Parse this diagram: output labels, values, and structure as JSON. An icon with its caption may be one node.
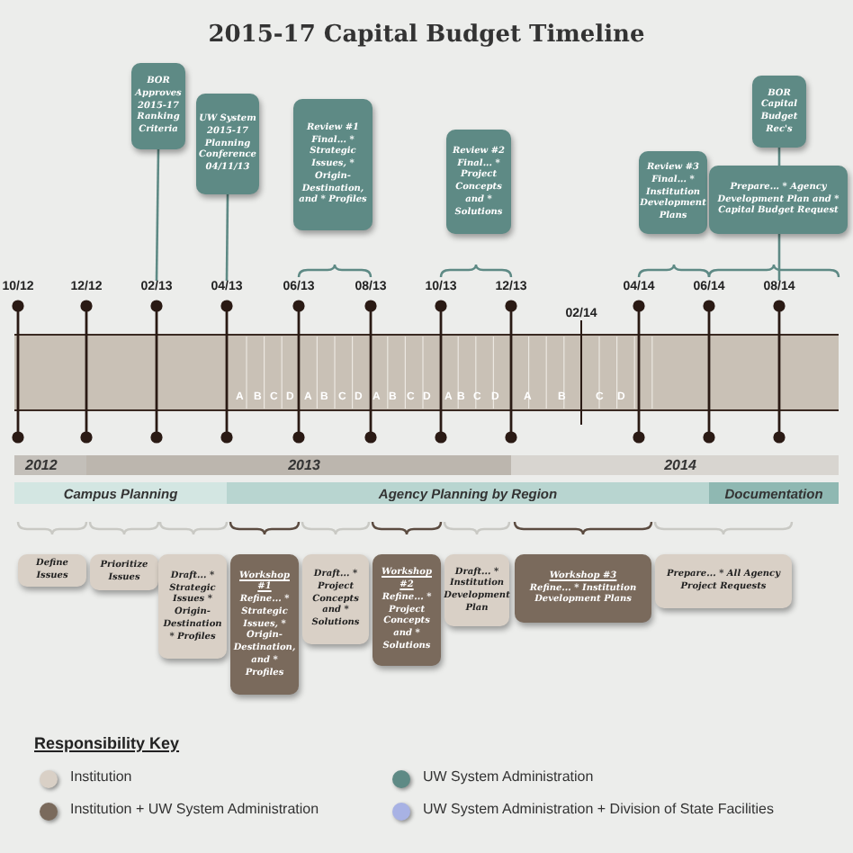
{
  "diagram": {
    "title": "2015-17 Capital Budget Timeline",
    "nodes": [
      {
        "text": [
          "BOR Approves 2015-17 Ranking Criteria"
        ]
      },
      {
        "text": [
          "UW System 2015-17 Planning Conference 04/11/13"
        ]
      },
      {
        "text": [
          "Review #1 Final... * Strategic Issues, * Origin-Destination, and * Profiles"
        ]
      },
      {
        "text": [
          "Review #2 Final... * Project Concepts and * Solutions"
        ]
      },
      {
        "text": [
          "Review #3 Final... * Institution Development Plans"
        ]
      },
      {
        "text": [
          "BOR Capital Budget Rec's"
        ]
      },
      {
        "text": [
          "Prepare... * Agency Development Plan and * Capital Budget Request"
        ]
      },
      {
        "text": [
          "2012"
        ]
      },
      {
        "text": [
          "2013"
        ]
      },
      {
        "text": [
          "2014"
        ]
      },
      {
        "text": [
          "Campus Planning"
        ]
      },
      {
        "text": [
          "Agency Planning by Region"
        ]
      },
      {
        "text": [
          "Documentation"
        ]
      },
      {
        "text": [
          "Define Issues"
        ]
      },
      {
        "text": [
          "Prioritize Issues"
        ]
      },
      {
        "text": [
          "Draft... * Strategic Issues * Origin-Destination * Profiles"
        ]
      },
      {
        "text": [
          "Workshop #1",
          "Refine... * Strategic Issues, * Origin-Destination, and * Profiles"
        ]
      },
      {
        "text": [
          "Draft... * Project Concepts and * Solutions"
        ]
      },
      {
        "text": [
          "Workshop #2",
          "Refine... * Project Concepts and * Solutions"
        ]
      },
      {
        "text": [
          "Draft... * Institution Development Plan"
        ]
      },
      {
        "text": [
          "Workshop #3",
          "Refine... * Institution Development Plans"
        ]
      },
      {
        "text": [
          "Prepare... * All Agency Project Requests"
        ]
      },
      {
        "text": [
          "10/12"
        ]
      },
      {
        "text": [
          "12/12"
        ]
      },
      {
        "text": [
          "02/13"
        ]
      },
      {
        "text": [
          "04/13"
        ]
      },
      {
        "text": [
          "06/13"
        ]
      },
      {
        "text": [
          "08/13"
        ]
      },
      {
        "text": [
          "10/13"
        ]
      },
      {
        "text": [
          "12/13"
        ]
      },
      {
        "text": [
          "02/14"
        ]
      },
      {
        "text": [
          "04/14"
        ]
      },
      {
        "text": [
          "06/14"
        ]
      },
      {
        "text": [
          "08/14"
        ]
      }
    ],
    "edges": [
      {
        "from": 0,
        "to": 24,
        "arrow": "none"
      },
      {
        "from": 1,
        "to": 25,
        "arrow": "none"
      },
      {
        "from": 5,
        "to": 33,
        "arrow": "none"
      }
    ],
    "labels": [
      "A",
      "B",
      "C",
      "D",
      "A",
      "B",
      "C",
      "D",
      "A",
      "B",
      "C",
      "D",
      "A",
      "B",
      "C",
      "D",
      "A",
      "B",
      "C",
      "D",
      "Responsibility Key"
    ],
    "legend": [
      {
        "text": "Institution",
        "color": "#d9d0c6"
      },
      {
        "text": "Institution + UW System Administration",
        "color": "#7a6a5c"
      },
      {
        "text": "UW System Administration",
        "color": "#5e8a85"
      },
      {
        "text": "UW System Administration + Division of State Facilities",
        "color": "#a8b2e4"
      }
    ]
  }
}
